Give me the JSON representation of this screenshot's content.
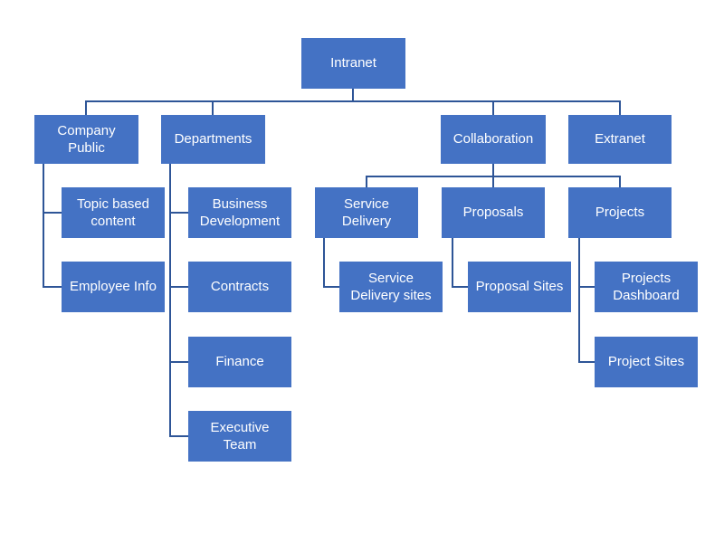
{
  "colors": {
    "node_fill": "#4472C4",
    "node_text": "#FFFFFF",
    "connector": "#2E5597",
    "background": "#FFFFFF"
  },
  "nodes": {
    "intranet": {
      "label": "Intranet"
    },
    "company_public": {
      "label": "Company Public"
    },
    "departments": {
      "label": "Departments"
    },
    "collaboration": {
      "label": "Collaboration"
    },
    "extranet": {
      "label": "Extranet"
    },
    "topic_based_content": {
      "label": "Topic based content"
    },
    "employee_info": {
      "label": "Employee Info"
    },
    "business_development": {
      "label": "Business Development"
    },
    "contracts": {
      "label": "Contracts"
    },
    "finance": {
      "label": "Finance"
    },
    "executive_team": {
      "label": "Executive Team"
    },
    "service_delivery": {
      "label": "Service Delivery"
    },
    "proposals": {
      "label": "Proposals"
    },
    "projects": {
      "label": "Projects"
    },
    "service_delivery_sites": {
      "label": "Service Delivery sites"
    },
    "proposal_sites": {
      "label": "Proposal Sites"
    },
    "projects_dashboard": {
      "label": "Projects Dashboard"
    },
    "project_sites": {
      "label": "Project Sites"
    }
  },
  "edges": [
    [
      "intranet",
      "company_public"
    ],
    [
      "intranet",
      "departments"
    ],
    [
      "intranet",
      "collaboration"
    ],
    [
      "intranet",
      "extranet"
    ],
    [
      "company_public",
      "topic_based_content"
    ],
    [
      "company_public",
      "employee_info"
    ],
    [
      "departments",
      "business_development"
    ],
    [
      "departments",
      "contracts"
    ],
    [
      "departments",
      "finance"
    ],
    [
      "departments",
      "executive_team"
    ],
    [
      "collaboration",
      "service_delivery"
    ],
    [
      "collaboration",
      "proposals"
    ],
    [
      "collaboration",
      "projects"
    ],
    [
      "service_delivery",
      "service_delivery_sites"
    ],
    [
      "proposals",
      "proposal_sites"
    ],
    [
      "projects",
      "projects_dashboard"
    ],
    [
      "projects",
      "project_sites"
    ]
  ]
}
